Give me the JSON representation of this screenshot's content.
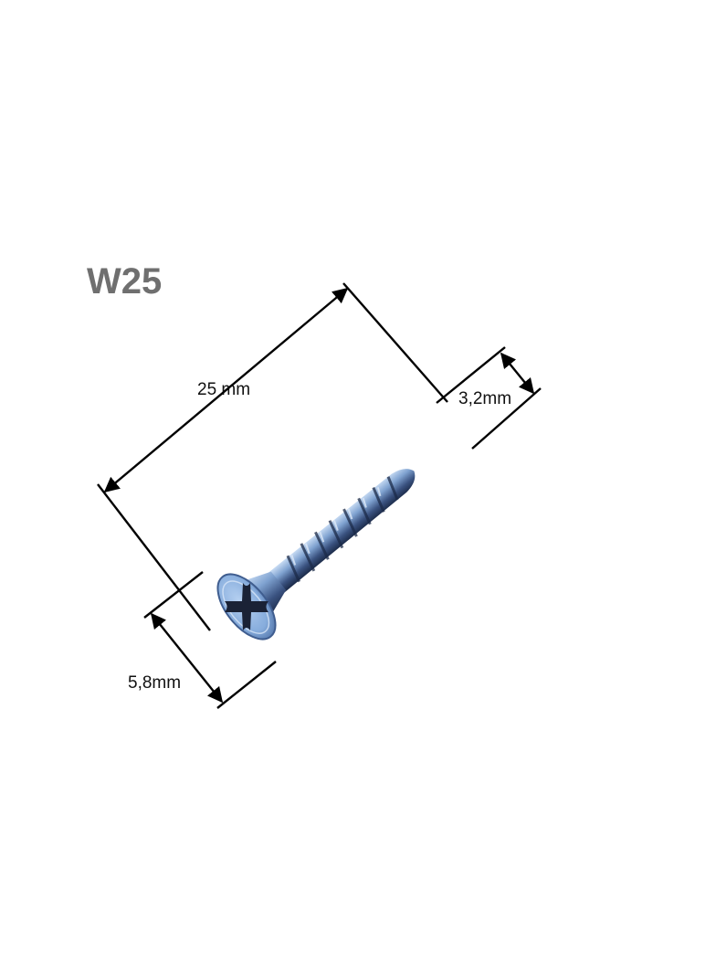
{
  "product": {
    "code": "W25"
  },
  "dimensions": {
    "length": {
      "label": "25 mm",
      "value": 25,
      "unit": "mm"
    },
    "thread_diameter": {
      "label": "3,2mm",
      "value": 3.2,
      "unit": "mm"
    },
    "head_diameter": {
      "label": "5,8mm",
      "value": 5.8,
      "unit": "mm"
    }
  },
  "image": {
    "subject": "countersunk phillips wood screw",
    "icon": "screw-icon"
  },
  "colors": {
    "title": "#6f6f6f",
    "lines": "#000000",
    "screw_light": "#8fb4e0",
    "screw_dark": "#1e2e4a"
  }
}
